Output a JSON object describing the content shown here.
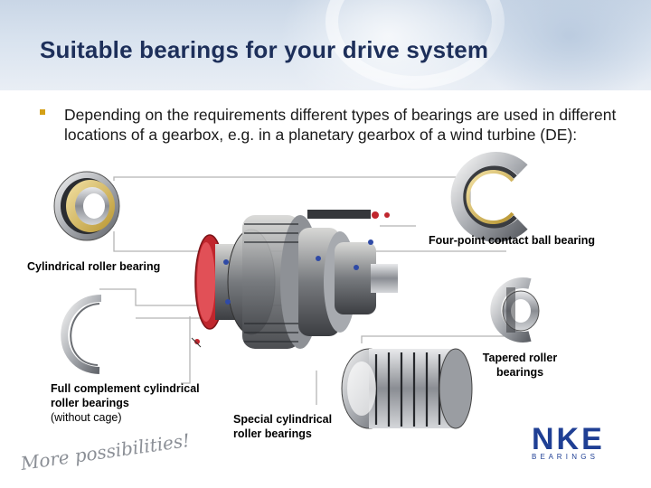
{
  "slide": {
    "title": "Suitable bearings for your drive system",
    "bullet": "Depending on the requirements different types of bearings are used in different locations of a gearbox, e.g. in a planetary gearbox of a wind turbine (DE):"
  },
  "labels": {
    "four_point": "Four-point contact ball bearing",
    "cylindrical": "Cylindrical roller bearing",
    "tapered_line1": "Tapered roller",
    "tapered_line2": "bearings",
    "full_line1": "Full complement cylindrical",
    "full_line2": "roller bearings",
    "full_line3": "(without cage)",
    "special_line1": "Special cylindrical",
    "special_line2": "roller bearings"
  },
  "logo": {
    "brand": "NKE",
    "sub": "B E A R I N G S",
    "slogan": "More possibilities!"
  },
  "colors": {
    "title": "#1d2f5a",
    "bullet": "#d4a017",
    "logo_blue": "#1f3f94",
    "gearbox_red": "#c0262d",
    "callout_line": "#b5b5b5"
  }
}
